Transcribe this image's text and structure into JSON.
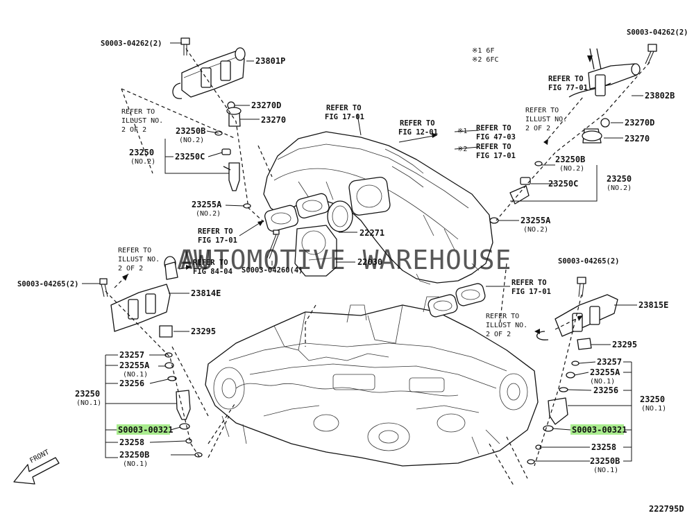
{
  "labels": {
    "s262_l": "S0003-04262(2)",
    "p23801P": "23801P",
    "p23270D_l": "23270D",
    "p23270_l": "23270",
    "ref_illust_l1": "REFER TO",
    "ref_illust_l2": "ILLUST NO.",
    "ref_illust_l3": "2 OF 2",
    "p23250B_l": "23250B",
    "no2_a": "(NO.2)",
    "p23250_l": "23250",
    "no2_b": "(NO.2)",
    "p23250C_l": "23250C",
    "p23255A_l": "23255A",
    "no2_c": "(NO.2)",
    "ref_1701_a1": "REFER TO",
    "ref_1701_a2": "FIG 17-01",
    "ref_1701_b1": "REFER TO",
    "ref_1701_b2": "FIG 17-01",
    "p22271": "22271",
    "ref_1201_1": "REFER TO",
    "ref_1201_2": "FIG 12-01",
    "note1_mark": "※1",
    "note2_mark": "※2",
    "ref_4703_1": "REFER TO",
    "ref_4703_2": "FIG 47-03",
    "ref_1701_c1": "REFER TO",
    "ref_1701_c2": "FIG 17-01",
    "note_6f": "※1 6F",
    "note_6fc": "※2 6FC",
    "s262_r": "S0003-04262(2)",
    "ref_7701_1": "REFER TO",
    "ref_7701_2": "FIG 77-01",
    "p23802B": "23802B",
    "ref_illust_r1": "REFER TO",
    "ref_illust_r2": "ILLUST NO.",
    "ref_illust_r3": "2 OF 2",
    "p23270D_r": "23270D",
    "p23270_r": "23270",
    "p23250B_r": "23250B",
    "no2_d": "(NO.2)",
    "p23250_r": "23250",
    "no2_e": "(NO.2)",
    "p23250C_r": "23250C",
    "p23255A_r": "23255A",
    "no2_f": "(NO.2)",
    "ref_illust_m1": "REFER TO",
    "ref_illust_m2": "ILLUST NO.",
    "ref_illust_m3": "2 OF 2",
    "ref_8404_1": "REFER TO",
    "ref_8404_2": "FIG 84-04",
    "s260": "S0003-04260(4)",
    "p22030": "22030",
    "s265_l": "S0003-04265(2)",
    "p23814E": "23814E",
    "ref_1701_d1": "REFER TO",
    "ref_1701_d2": "FIG 17-01",
    "s265_r": "S0003-04265(2)",
    "p23815E": "23815E",
    "ref_illust_rr1": "REFER TO",
    "ref_illust_rr2": "ILLUST NO.",
    "ref_illust_rr3": "2 OF 2",
    "p23295_l": "23295",
    "p23295_r": "23295",
    "p23257_l": "23257",
    "p23255A_l1": "23255A",
    "no1_a": "(NO.1)",
    "p23256_l": "23256",
    "p23250_l1": "23250",
    "no1_b": "(NO.1)",
    "s321_l": "S0003-00321",
    "p23258_l": "23258",
    "p23250B_l1": "23250B",
    "no1_c": "(NO.1)",
    "p23257_r": "23257",
    "p23255A_r1": "23255A",
    "no1_d": "(NO.1)",
    "p23256_r": "23256",
    "p23250_r1": "23250",
    "no1_e": "(NO.1)",
    "s321_r": "S0003-00321",
    "p23258_r": "23258",
    "p23250B_r1": "23250B",
    "no1_f": "(NO.1)",
    "front": "FRONT",
    "diagram_id": "222795D",
    "watermark": "AUTOMOTIVE WAREHOUSE"
  },
  "colors": {
    "highlight": "#a9ec8e",
    "watermark": "#cfcfcf"
  }
}
